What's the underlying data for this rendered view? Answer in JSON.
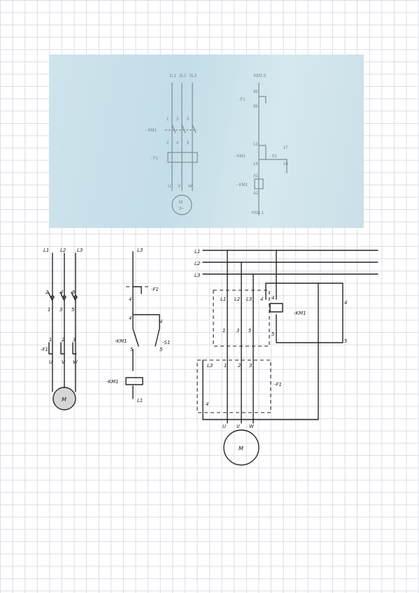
{
  "photo": {
    "power": {
      "l1": "1L1",
      "l2": "3L2",
      "l3": "5L3",
      "km1": "- KM1",
      "f1": "- F1",
      "u": "U",
      "v": "V",
      "w": "W",
      "motor": "M",
      "motor_sub": "3~",
      "n1": "1",
      "n3": "3",
      "n5": "5",
      "n2": "2",
      "n4": "4",
      "n6": "6"
    },
    "control": {
      "top": "KM1:5",
      "f1": "- F1",
      "n95": "95",
      "n96": "96",
      "km1": "- KM1",
      "n13": "13",
      "n14": "14",
      "s1": "- S1",
      "n17": "17",
      "n18": "18",
      "a1": "A1",
      "a2": "A2",
      "coil": "- KM1",
      "bottom": "KM1:1"
    }
  },
  "sketch1": {
    "l1": "L1",
    "l2": "L2",
    "l3": "L3",
    "n2a": "2",
    "n4a": "4",
    "n6a": "6",
    "n1": "1",
    "n3": "3",
    "n5": "5",
    "f1": "-F1",
    "n1b": "1",
    "n2b": "2",
    "n3b": "3",
    "u": "U",
    "v": "V",
    "w": "W",
    "motor": "M"
  },
  "sketch2": {
    "l3": "L3",
    "f1": "-F1",
    "n4": "4",
    "n4b": "4",
    "n4c": "4",
    "km1": "-KM1",
    "s1": "-S1",
    "n5": "5",
    "n5b": "5",
    "coil": "-KM1",
    "bottom": "L1"
  },
  "sketch3": {
    "l1": "L1",
    "l2": "L2",
    "l3": "L3",
    "km1": "-KM1",
    "f1": "-F1",
    "c1": "L1",
    "c2": "L2",
    "c3": "L3",
    "c4": "4",
    "c5": "1",
    "c6": "3",
    "c7": "5",
    "d4": "4",
    "d5": "5",
    "f_l3": "L3",
    "f_n1": "1",
    "f_n2": "2",
    "f_n3": "3",
    "f_4": "4",
    "u": "U",
    "v": "V",
    "w": "W",
    "motor": "M",
    "n4": "4",
    "n5": "5"
  }
}
